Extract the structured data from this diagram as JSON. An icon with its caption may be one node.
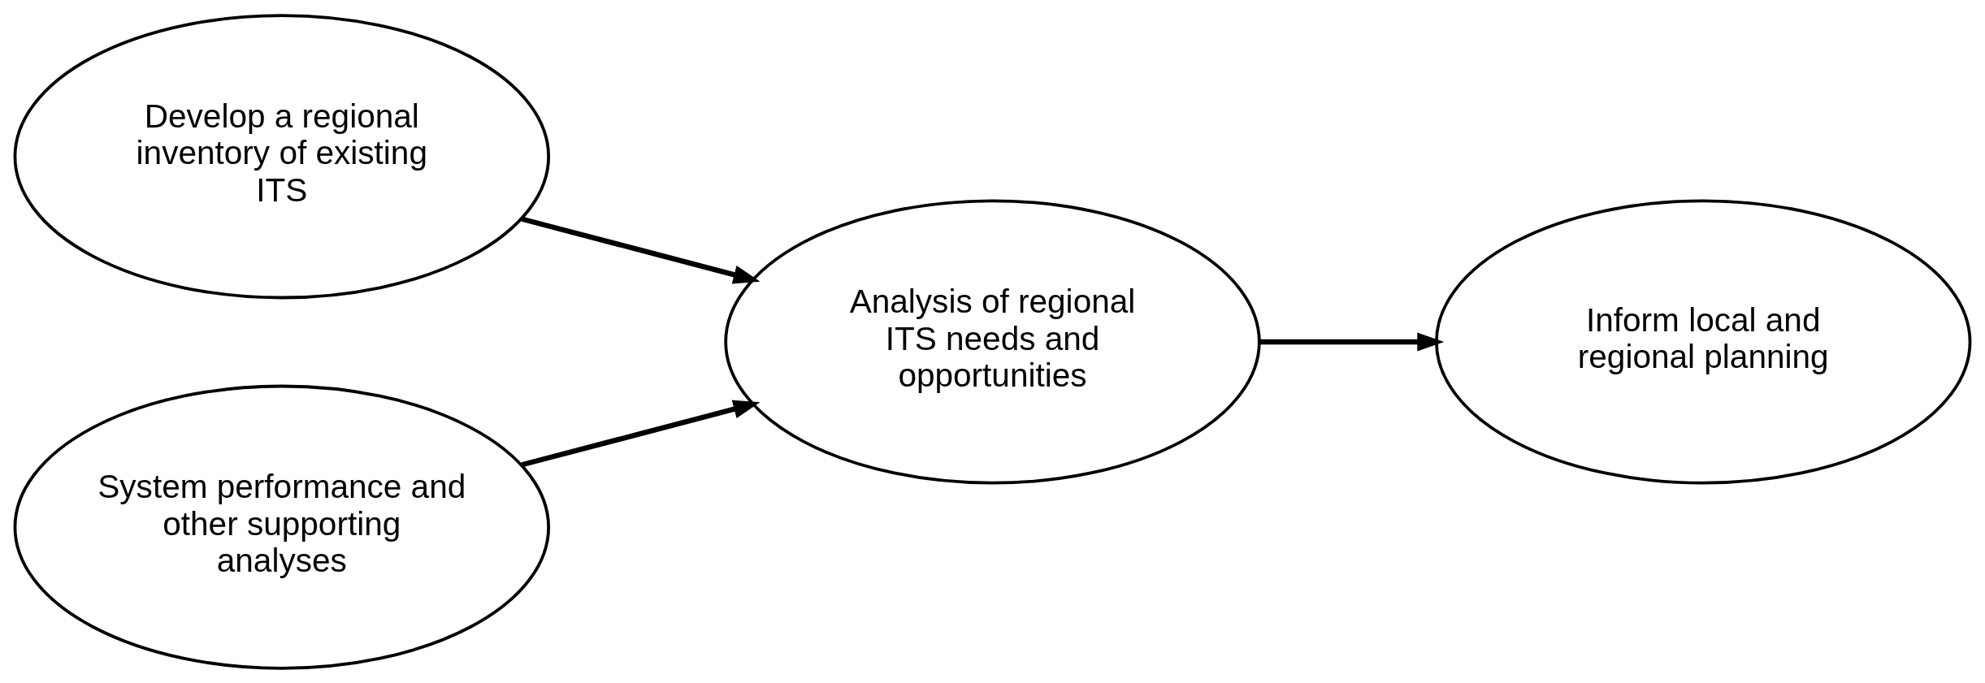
{
  "diagram": {
    "nodes": [
      {
        "text": [
          "Develop a regional inventory of existing ITS"
        ]
      },
      {
        "text": [
          "System performance and other supporting analyses"
        ]
      },
      {
        "text": [
          "Analysis of regional ITS needs and opportunities"
        ]
      },
      {
        "text": [
          "Inform local and regional planning"
        ]
      }
    ],
    "edges": [
      {
        "from": 0,
        "to": 2,
        "arrow": "to"
      },
      {
        "from": 1,
        "to": 2,
        "arrow": "to"
      },
      {
        "from": 2,
        "to": 3,
        "arrow": "to"
      }
    ]
  }
}
